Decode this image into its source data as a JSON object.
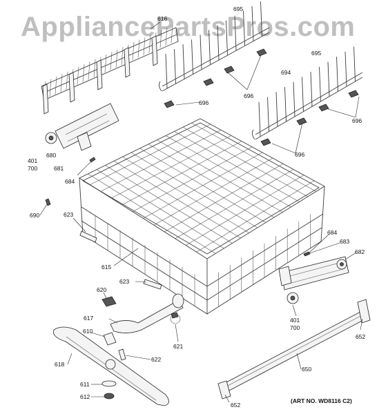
{
  "watermark": "AppliancePartsPros.com",
  "art_number": "(ART NO. WD8116 C2)",
  "callouts": {
    "c616": "616",
    "c695a": "695",
    "c695b": "695",
    "c694": "694",
    "c696a": "696",
    "c696b": "696",
    "c696c": "696",
    "c696d": "696",
    "c401a": "401",
    "c700a": "700",
    "c680": "680",
    "c681": "681",
    "c684a": "684",
    "c690": "690",
    "c623a": "623",
    "c615": "615",
    "c684b": "684",
    "c683": "683",
    "c682": "682",
    "c623b": "623",
    "c620": "620",
    "c617": "617",
    "c610": "610",
    "c618": "618",
    "c622": "622",
    "c621": "621",
    "c611": "611",
    "c612": "612",
    "c401b": "401",
    "c700b": "700",
    "c652a": "652",
    "c650": "650",
    "c652b": "652"
  }
}
